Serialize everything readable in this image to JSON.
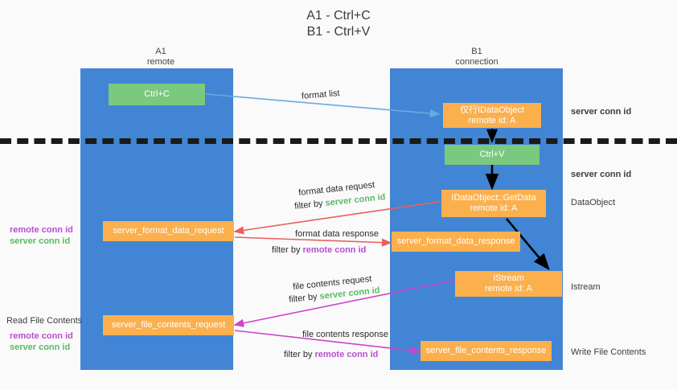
{
  "title": {
    "line1": "A1 - Ctrl+C",
    "line2": "B1 - Ctrl+V"
  },
  "lanes": [
    {
      "name": "A1",
      "sub": "remote"
    },
    {
      "name": "B1",
      "sub": "connection"
    }
  ],
  "nodes": {
    "ctrl_c": {
      "label": "Ctrl+C"
    },
    "ctrl_v": {
      "label": "Ctrl+V"
    },
    "idataobject": {
      "label": "仅行IDataObject",
      "sub": "remote id: A"
    },
    "getdata": {
      "label": "IDataObject::GetData",
      "sub": "remote id: A"
    },
    "istream": {
      "label": "IStream",
      "sub": "remote id: A"
    },
    "format_request": {
      "label": "server_format_data_request"
    },
    "format_response": {
      "label": "server_format_data_response"
    },
    "file_request": {
      "label": "server_file_contents_request"
    },
    "file_response": {
      "label": "server_file_contents_response"
    }
  },
  "edges": {
    "format_list": "format list",
    "format_data_request": "format data request",
    "format_data_request_filter_prefix": "filter by ",
    "format_data_request_filter_key": "server conn id",
    "format_data_response": "format data response",
    "format_data_response_filter_prefix": "filter by ",
    "format_data_response_filter_key": "remote conn id",
    "file_contents_request": "file contents request",
    "file_contents_request_filter_prefix": "filter by ",
    "file_contents_request_filter_key": "server conn id",
    "file_contents_response": "file contents response",
    "file_contents_response_filter_prefix": "filter by ",
    "file_contents_response_filter_key": "remote conn id"
  },
  "right_notes": {
    "server_conn_id_top": "server conn id",
    "server_conn_id_second": "server conn id",
    "dataobject": "DataObject",
    "istream": "Istream",
    "write_file_contents": "Write File Contents"
  },
  "left_notes": {
    "mid_remote": "remote conn id",
    "mid_server": "server conn id",
    "read_file_contents": "Read File Contents",
    "low_remote": "remote conn id",
    "low_server": "server conn id"
  },
  "colors": {
    "lane": "#4285d4",
    "green_node": "#7bc97f",
    "orange_node": "#fbb04d",
    "arrow_blue": "#6aa9e0",
    "arrow_red": "#e8605d",
    "arrow_magenta": "#cc44cc",
    "arrow_black": "#000000",
    "green_text": "#57bb63",
    "purple_text": "#b84fcf",
    "divider": "#1a1a1a",
    "background": "#fafafa"
  }
}
